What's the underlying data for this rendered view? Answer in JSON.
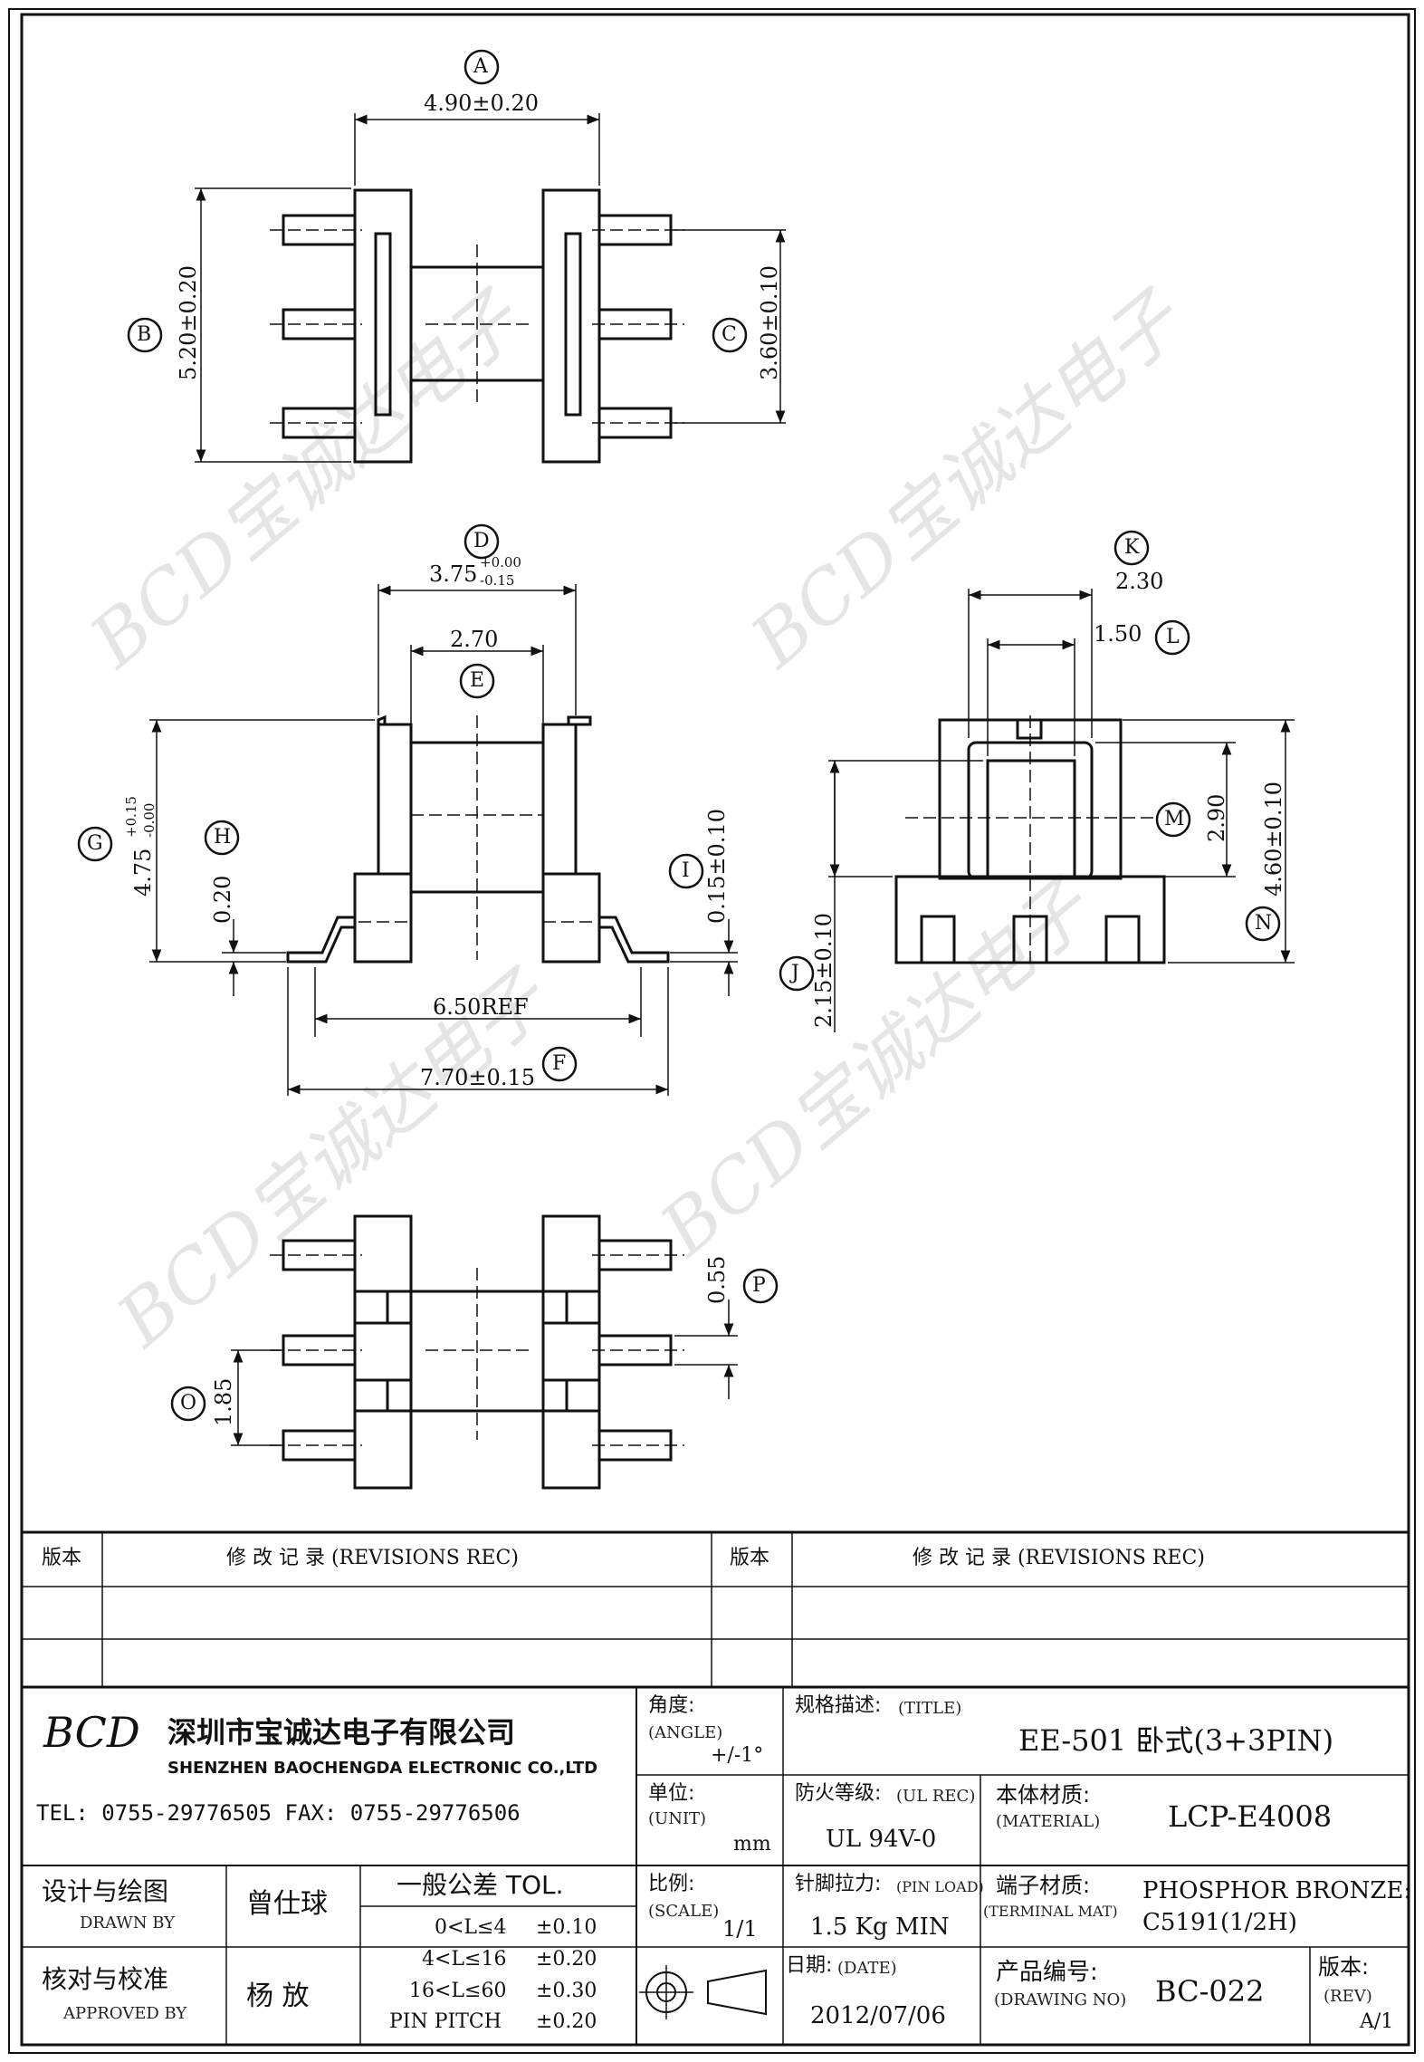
{
  "balloons": [
    "A",
    "B",
    "C",
    "D",
    "E",
    "F",
    "G",
    "H",
    "I",
    "J",
    "K",
    "L",
    "M",
    "N",
    "O",
    "P"
  ],
  "dimensions": {
    "A": "4.90±0.20",
    "B": "5.20±0.20",
    "C": "3.60±0.10",
    "D_nominal": "3.75",
    "D_upper": "+0.00",
    "D_lower": "-0.15",
    "E": "2.70",
    "F_ref": "6.50REF",
    "F": "7.70±0.15",
    "G_nominal": "4.75",
    "G_upper": "+0.15",
    "G_lower": "-0.00",
    "H": "0.20",
    "I": "0.15±0.10",
    "J": "2.15±0.10",
    "K": "2.30",
    "L": "1.50",
    "M": "2.90",
    "N": "4.60±0.10",
    "O": "1.85",
    "P": "0.55"
  },
  "watermark": "BCD宝诚达电子",
  "revisions": {
    "version_label": "版本",
    "record_label": "修  改  记  录  (REVISIONS REC)"
  },
  "company": {
    "logo_text": "BCD",
    "name_zh": "深圳市宝诚达电子有限公司",
    "name_en": "SHENZHEN BAOCHENGDA ELECTRONIC CO.,LTD",
    "tel": "TEL: 0755-29776505   FAX: 0755-29776506"
  },
  "title_block": {
    "angle_label": "角度:",
    "angle_en": "(ANGLE)",
    "angle_value": "+/-1°",
    "title_label": "规格描述:",
    "title_en": "(TITLE)",
    "title_value": "EE-501 卧式(3+3PIN)",
    "unit_label": "单位:",
    "unit_en": "(UNIT)",
    "unit_value": "mm",
    "ul_label": "防火等级:",
    "ul_en": "(UL REC)",
    "ul_value": "UL 94V-0",
    "material_label": "本体材质:",
    "material_en": "(MATERIAL)",
    "material_value": "LCP-E4008",
    "drawn_label": "设计与绘图",
    "drawn_en": "DRAWN BY",
    "drawn_value": "曾仕球",
    "tol_label": "一般公差  TOL.",
    "tol_rows": [
      {
        "range": "0<L≤4",
        "value": "±0.10"
      },
      {
        "range": "4<L≤16",
        "value": "±0.20"
      },
      {
        "range": "16<L≤60",
        "value": "±0.30"
      },
      {
        "range": "PIN PITCH",
        "value": "±0.20"
      }
    ],
    "scale_label": "比例:",
    "scale_en": "(SCALE)",
    "scale_value": "1/1",
    "pin_load_label": "针脚拉力:",
    "pin_load_en": "(PIN LOAD)",
    "pin_load_value": "1.5 Kg MIN",
    "terminal_label": "端子材质:",
    "terminal_en": "(TERMINAL MAT)",
    "terminal_value_1": "PHOSPHOR BRONZE:",
    "terminal_value_2": "C5191(1/2H)",
    "approved_label": "核对与校准",
    "approved_en": "APPROVED BY",
    "approved_value": "杨  放",
    "date_label": "日期:",
    "date_en": "(DATE)",
    "date_value": "2012/07/06",
    "drawing_no_label": "产品编号:",
    "drawing_no_en": "(DRAWING NO)",
    "drawing_no_value": "BC-022",
    "rev_label": "版本:",
    "rev_en": "(REV)",
    "rev_value": "A/1"
  }
}
